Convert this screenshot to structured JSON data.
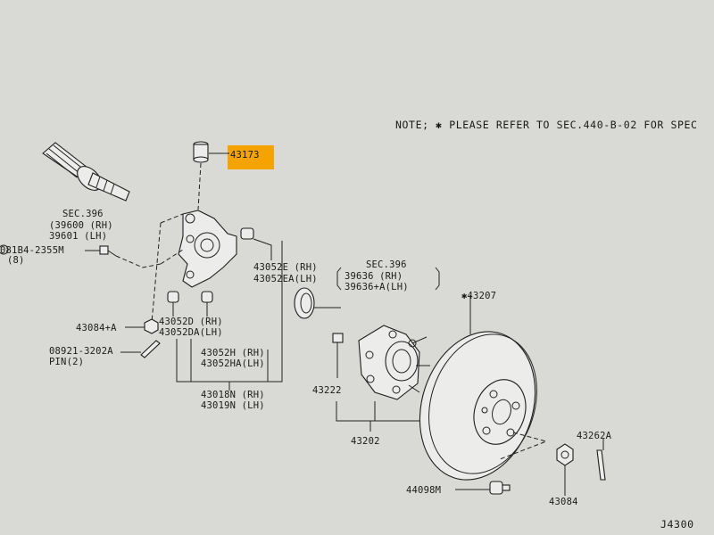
{
  "note": "NOTE; ✱ PLEASE REFER TO SEC.440-B-02 FOR SPEC",
  "highlight_color": "#f5a300",
  "diagram_id": "J4300",
  "labels": {
    "p43173": "43173",
    "sec396_top": "SEC.396",
    "sec396_top_rh": "(39600 (RH)",
    "sec396_top_lh": " 39601 (LH)",
    "bolt_code": "081B4-2355M",
    "bolt_qty": "(8)",
    "p43084a": "43084+A",
    "pin_code": "08921-3202A",
    "pin_name": "PIN(2)",
    "p43052e": "43052E (RH)",
    "p43052ea": "43052EA(LH)",
    "sec396_mid": "SEC.396",
    "sec396_mid_rh": "39636  (RH)",
    "sec396_mid_lh": "39636+A(LH)",
    "p43052d": "43052D (RH)",
    "p43052da": "43052DA(LH)",
    "p43052h": "43052H (RH)",
    "p43052ha": "43052HA(LH)",
    "p43018n": "43018N (RH)",
    "p43019n": "43019N (LH)",
    "p43222": "43222",
    "p43202": "43202",
    "p43207": "✱43207",
    "p43262a": "43262A",
    "p44098m": "44098M",
    "p43084": "43084"
  }
}
